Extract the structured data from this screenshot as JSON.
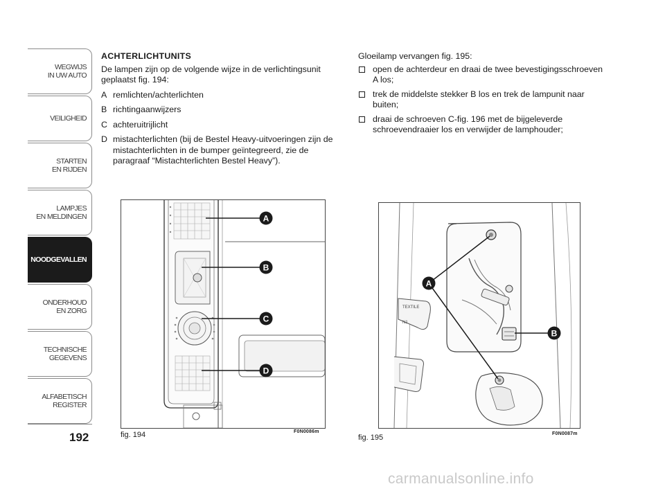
{
  "nav": {
    "tabs": [
      {
        "label": "WEGWIJS\nIN UW AUTO",
        "active": false
      },
      {
        "label": "VEILIGHEID",
        "active": false
      },
      {
        "label": "STARTEN\nEN RIJDEN",
        "active": false
      },
      {
        "label": "LAMPJES\nEN MELDINGEN",
        "active": false
      },
      {
        "label": "NOODGEVALLEN",
        "active": true
      },
      {
        "label": "ONDERHOUD\nEN ZORG",
        "active": false
      },
      {
        "label": "TECHNISCHE\nGEGEVENS",
        "active": false
      },
      {
        "label": "ALFABETISCH\nREGISTER",
        "active": false
      }
    ],
    "page_number": "192"
  },
  "left": {
    "heading": "ACHTERLICHTUNITS",
    "intro": "De lampen zijn op de volgende wijze in de verlichtingsunit geplaatst fig. 194:",
    "items": [
      {
        "key": "A",
        "text": "remlichten/achterlichten"
      },
      {
        "key": "B",
        "text": "richtingaanwijzers"
      },
      {
        "key": "C",
        "text": "achteruitrijlicht"
      },
      {
        "key": "D",
        "text": "mistachterlichten (bij de Bestel Heavy-uitvoeringen zijn de mistachterlichten in de bumper geïntegreerd, zie de paragraaf “Mistachterlichten Bestel Heavy”)."
      }
    ]
  },
  "right": {
    "intro": "Gloeilamp vervangen fig. 195:",
    "steps": [
      "open de achterdeur en draai de twee bevestigingsschroeven A los;",
      "trek de middelste stekker B los en trek de lampunit naar buiten;",
      "draai de schroeven C-fig. 196 met de bijgeleverde schroevendraaier los en verwijder de lamphouder;"
    ]
  },
  "figures": {
    "fig194": {
      "caption": "fig. 194",
      "code": "F0N0086m",
      "labels": [
        "A",
        "B",
        "C",
        "D"
      ]
    },
    "fig195": {
      "caption": "fig. 195",
      "code": "F0N0087m",
      "labels": [
        "A",
        "B"
      ],
      "stamp_top": "TEXTILE",
      "stamp_bottom": "N1"
    }
  },
  "watermark": "carmanualsonline.info"
}
